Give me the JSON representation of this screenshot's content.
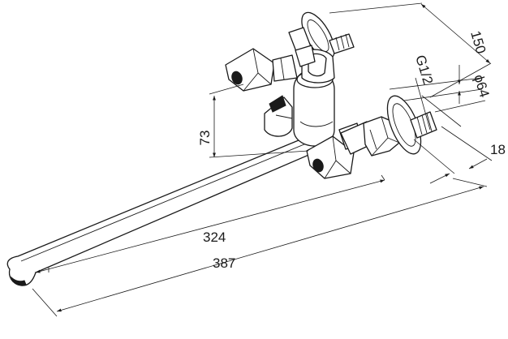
{
  "dimensions": {
    "overall_length": "387",
    "spout_length": "324",
    "handle_spacing": "73",
    "overall_height": "150",
    "thread": "G1/2",
    "flange_diameter": "ϕ64",
    "outlet_depth": "18"
  },
  "colors": {
    "line": "#1a1a1a",
    "background": "#ffffff"
  }
}
